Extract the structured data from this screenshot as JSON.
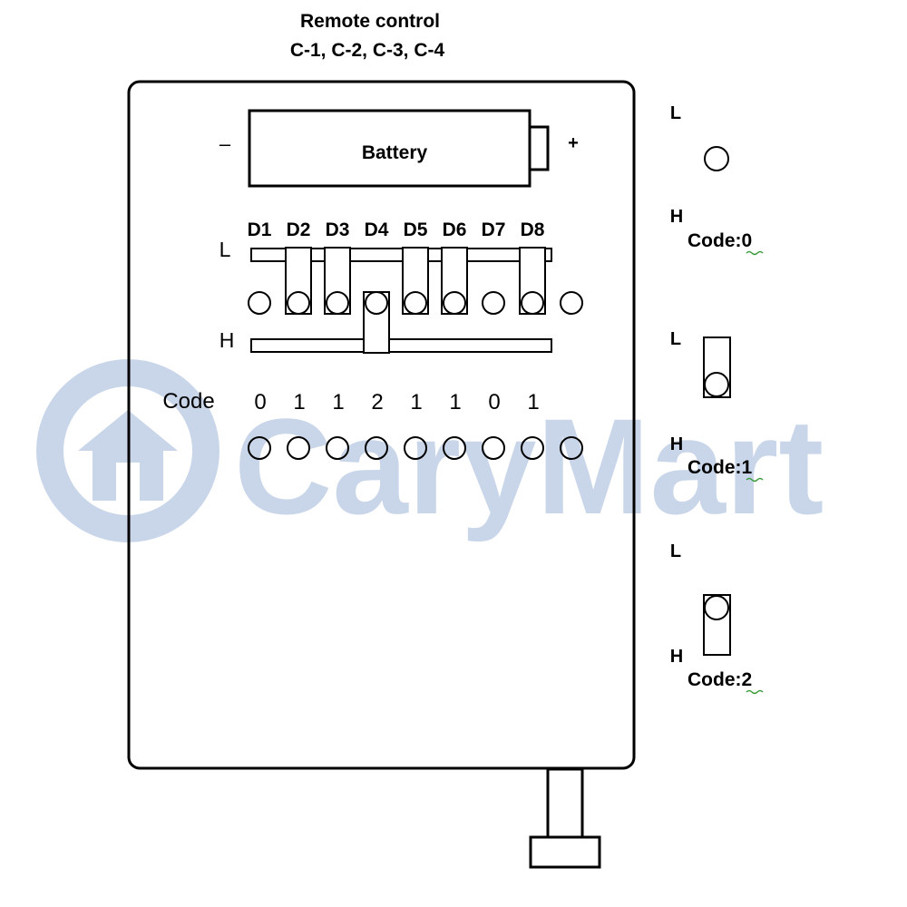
{
  "title": {
    "line1": "Remote control",
    "line2": "C-1, C-2, C-3, C-4"
  },
  "battery": {
    "label": "Battery",
    "minus": "–",
    "plus": "+"
  },
  "dip": {
    "labels": [
      "D1",
      "D2",
      "D3",
      "D4",
      "D5",
      "D6",
      "D7",
      "D8"
    ],
    "level_low": "L",
    "level_high": "H",
    "code_label": "Code",
    "switch_codes": [
      0,
      1,
      1,
      2,
      1,
      1,
      0,
      1
    ],
    "code_values": [
      "0",
      "1",
      "1",
      "2",
      "1",
      "1",
      "0",
      "1"
    ]
  },
  "legend": [
    {
      "low": "L",
      "high": "H",
      "caption": "Code:0",
      "code": 0
    },
    {
      "low": "L",
      "high": "H",
      "caption": "Code:1",
      "code": 1
    },
    {
      "low": "L",
      "high": "H",
      "caption": "Code:2",
      "code": 2
    }
  ],
  "watermark": {
    "text": "CaryMart",
    "color": "#c9d6ea"
  }
}
